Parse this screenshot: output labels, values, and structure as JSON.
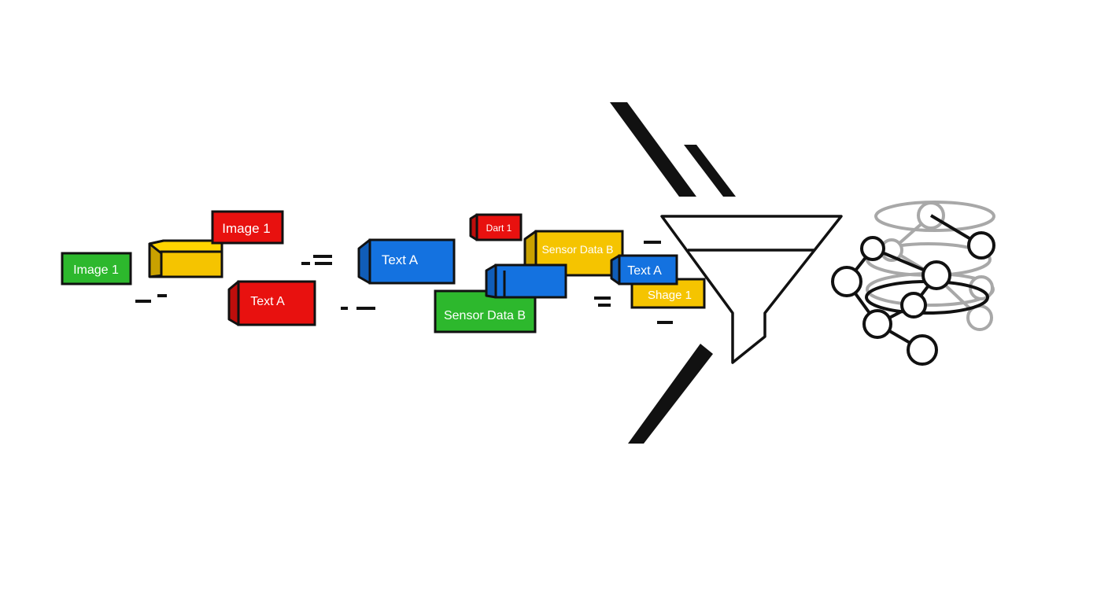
{
  "colors": {
    "green": "#2DB82D",
    "red": "#E8110F",
    "yellow": "#F5C400",
    "blue": "#1472E0",
    "outline": "#111111",
    "gray": "#AAAAAA"
  },
  "blocks": [
    {
      "id": "image-1-green",
      "label": "Image 1",
      "color": "green"
    },
    {
      "id": "image-1-red",
      "label": "Image 1",
      "color": "red"
    },
    {
      "id": "yellow-box",
      "label": "",
      "color": "yellow"
    },
    {
      "id": "text-a-red",
      "label": "Text A",
      "color": "red"
    },
    {
      "id": "text-a-blue",
      "label": "Text A",
      "color": "blue"
    },
    {
      "id": "dart-1-red",
      "label": "Dart 1",
      "color": "red"
    },
    {
      "id": "sensor-data-b-yellow",
      "label": "Sensor Data B",
      "color": "yellow"
    },
    {
      "id": "blue-box",
      "label": "",
      "color": "blue"
    },
    {
      "id": "sensor-data-b-green",
      "label": "Sensor Data B",
      "color": "green"
    },
    {
      "id": "text-a-blue-small",
      "label": "Text A",
      "color": "blue"
    },
    {
      "id": "shage-1-yellow",
      "label": "Shage 1",
      "color": "yellow"
    }
  ],
  "funnel": {
    "icon": "funnel-icon"
  },
  "graph": {
    "icon": "network-graph-icon"
  }
}
